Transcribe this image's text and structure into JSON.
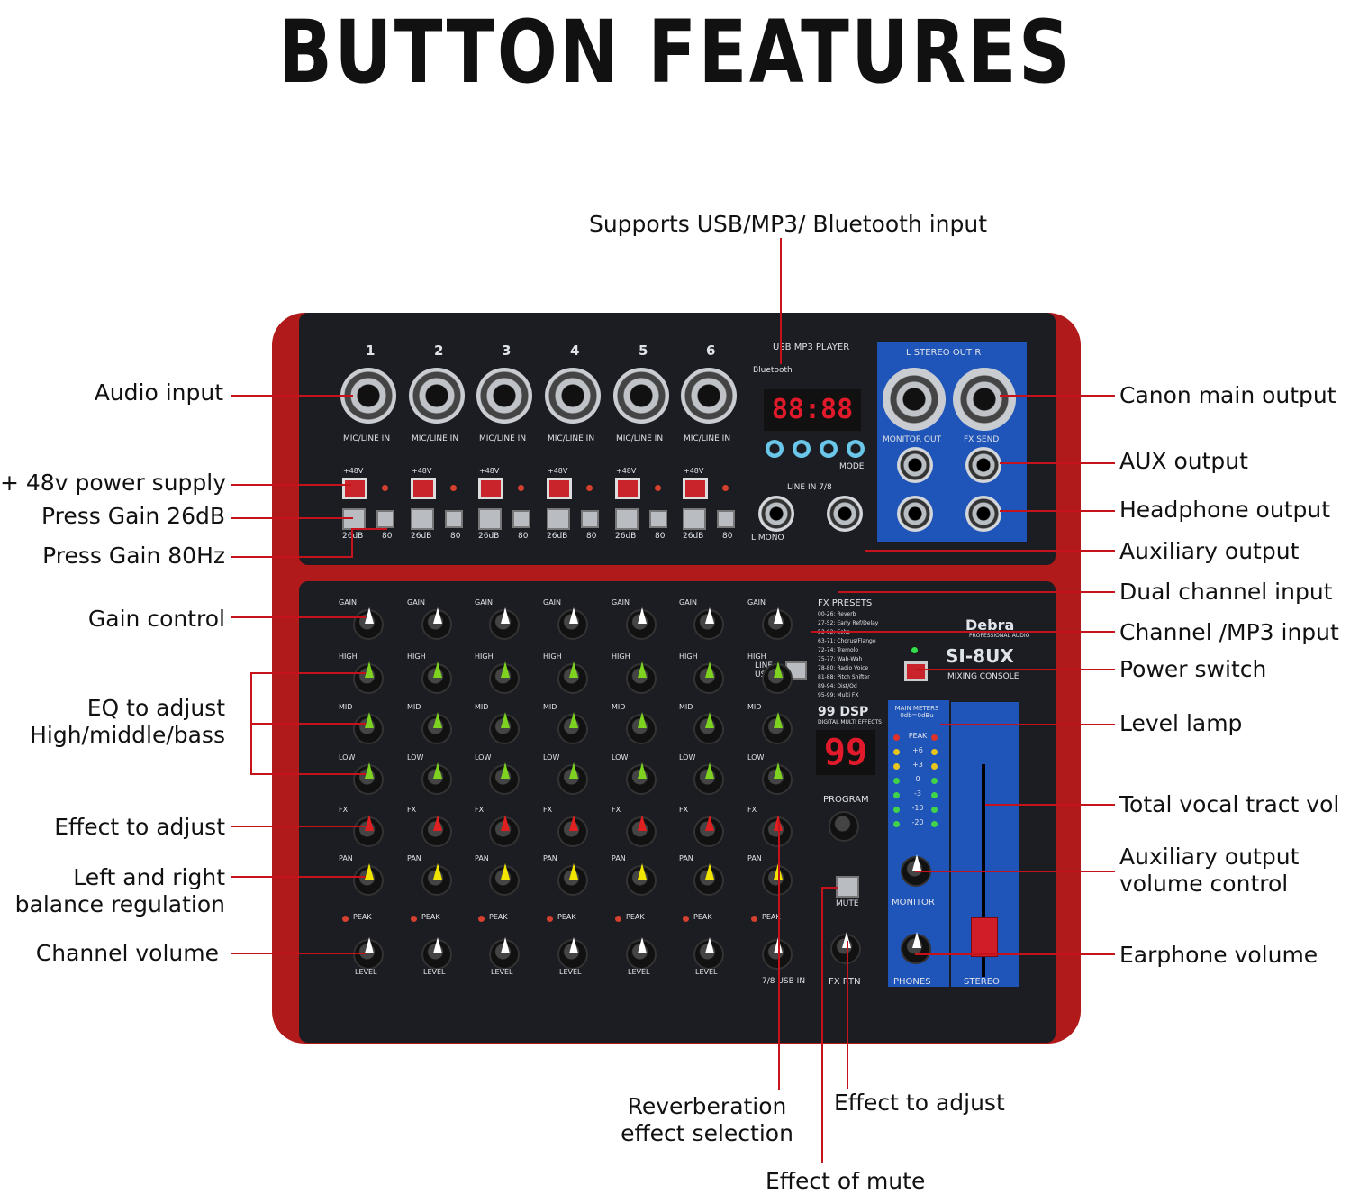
{
  "title": "BUTTON FEATURES",
  "labels": {
    "top": "Supports USB/MP3/ Bluetooth input",
    "left": [
      "Audio input",
      "+ 48v power supply",
      "Press Gain 26dB",
      "Press Gain 80Hz",
      "Gain control",
      "EQ to adjust",
      "High/middle/bass",
      "Effect to adjust",
      "Left and right",
      "balance regulation",
      "Channel volume"
    ],
    "right": [
      "Canon main output",
      "AUX output",
      "Headphone output",
      "Auxiliary output",
      "Dual channel input",
      "Channel /MP3 input",
      "Power switch",
      "Level lamp",
      "Total vocal tract vol",
      "Auxiliary output",
      "volume control",
      "Earphone volume"
    ],
    "bottom": [
      "Reverberation",
      "effect selection",
      "Effect to adjust",
      "Effect of mute"
    ]
  },
  "mixer": {
    "channels": [
      "1",
      "2",
      "3",
      "4",
      "5",
      "6"
    ],
    "mic_line_label": "MIC/LINE IN",
    "phantom_label": "+48V",
    "pad_label": "26dB",
    "hpf_label": "80",
    "usb_player_label": "USB MP3 PLAYER",
    "bluetooth_label": "Bluetooth",
    "display_text": "88:88",
    "mode_label": "MODE",
    "stereo_out_label": "L  STEREO OUT  R",
    "monitor_out_label": "MONITOR OUT",
    "fx_send_label": "FX SEND",
    "line_in_label": "LINE IN 7/8",
    "mono_label": "L\nMONO",
    "gain_label": "GAIN",
    "high_label": "HIGH",
    "mid_label": "MID",
    "low_label": "LOW",
    "fx_label": "FX",
    "pan_label": "PAN",
    "peak_label": "PEAK",
    "level_label": "LEVEL",
    "fx_presets_label": "FX PRESETS",
    "fx_presets": [
      "00-26: Reverb",
      "27-52: Early Ref/Delay",
      "53-62: Echo",
      "63-71: Chorus/Flange",
      "72-74: Tremolo",
      "75-77: Wah-Wah",
      "78-80: Radio Voice",
      "81-88: Pitch Shifter",
      "89-94: Dist/Od",
      "95-99: Multi FX"
    ],
    "dsp_label": "99 DSP",
    "dsp_sub": "DIGITAL MULTI EFFECTS",
    "program_display": "99",
    "program_label": "PROGRAM",
    "mute_label": "MUTE",
    "brand": "Debra",
    "brand_sub": "PROFESSIONAL AUDIO",
    "model": "SI-8UX",
    "model_sub": "MIXING CONSOLE",
    "meters_label": "MAIN METERS 0db=0dBu",
    "meter_marks": [
      "PEAK",
      "+6",
      "+3",
      "0",
      "-3",
      "-10",
      "-20"
    ],
    "monitor_label": "MONITOR",
    "phones_label": "PHONES",
    "stereo_label": "STEREO",
    "line_usb_label": "LINE USB",
    "fx_rtn_label": "FX RTN",
    "usb_in_label": "7/8 USB IN",
    "knob_colors": {
      "gain": "#ffffff",
      "eq": "#7ed321",
      "fx": "#e02020",
      "pan": "#f2e600",
      "level": "#ffffff"
    }
  }
}
